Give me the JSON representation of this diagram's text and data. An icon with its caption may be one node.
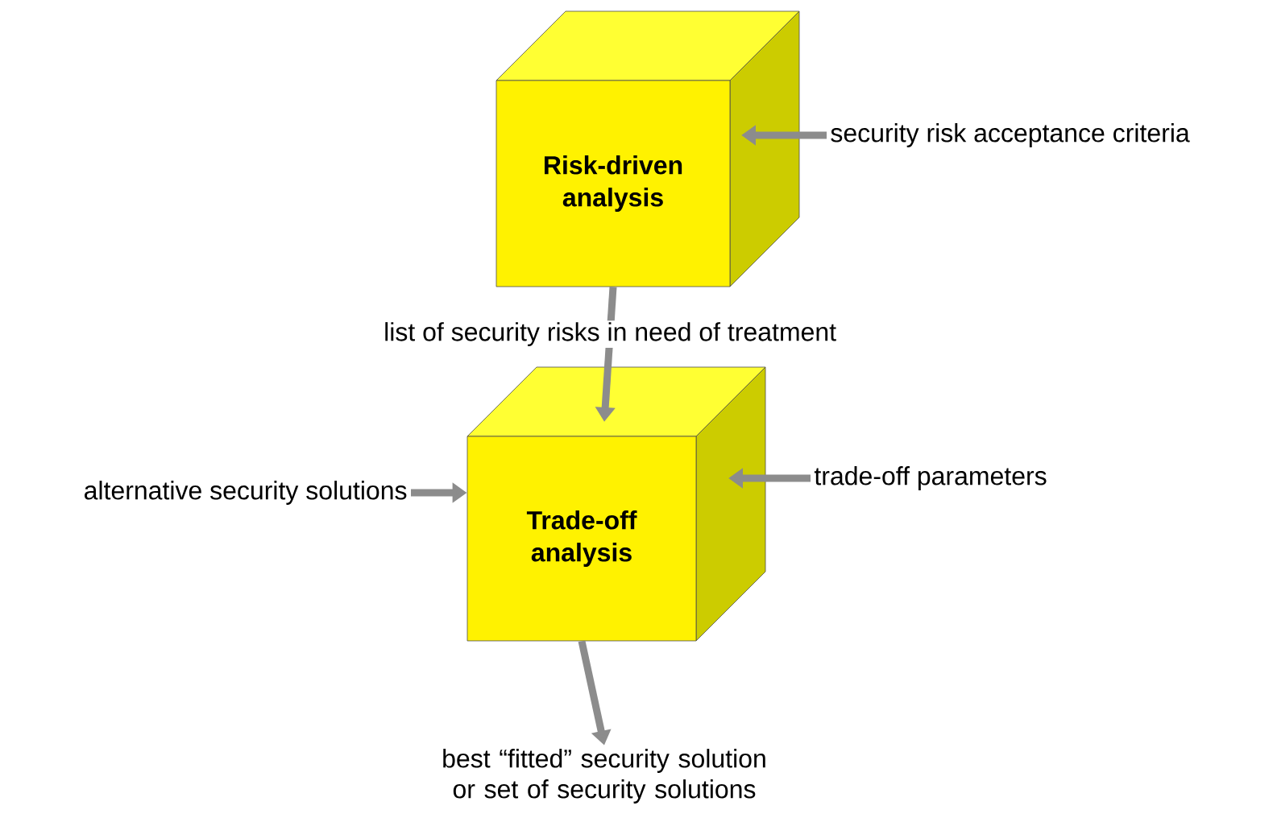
{
  "diagram": {
    "nodes": [
      {
        "text": [
          "Risk-driven analysis"
        ]
      },
      {
        "text": [
          "Trade-off analysis"
        ]
      },
      {
        "text": [
          "security risk acceptance criteria"
        ]
      },
      {
        "text": [
          "alternative security solutions"
        ]
      },
      {
        "text": [
          "trade-off parameters"
        ]
      },
      {
        "text": [
          "best “fitted” security solution or set of security solutions"
        ]
      }
    ],
    "edges": [
      {
        "from": 0,
        "to": 1,
        "arrow": "to",
        "label": "list of security risks in need of treatment"
      },
      {
        "from": 2,
        "to": 0,
        "arrow": "to"
      },
      {
        "from": 3,
        "to": 1,
        "arrow": "to"
      },
      {
        "from": 4,
        "to": 1,
        "arrow": "to"
      },
      {
        "from": 1,
        "to": 5,
        "arrow": "to"
      }
    ]
  }
}
